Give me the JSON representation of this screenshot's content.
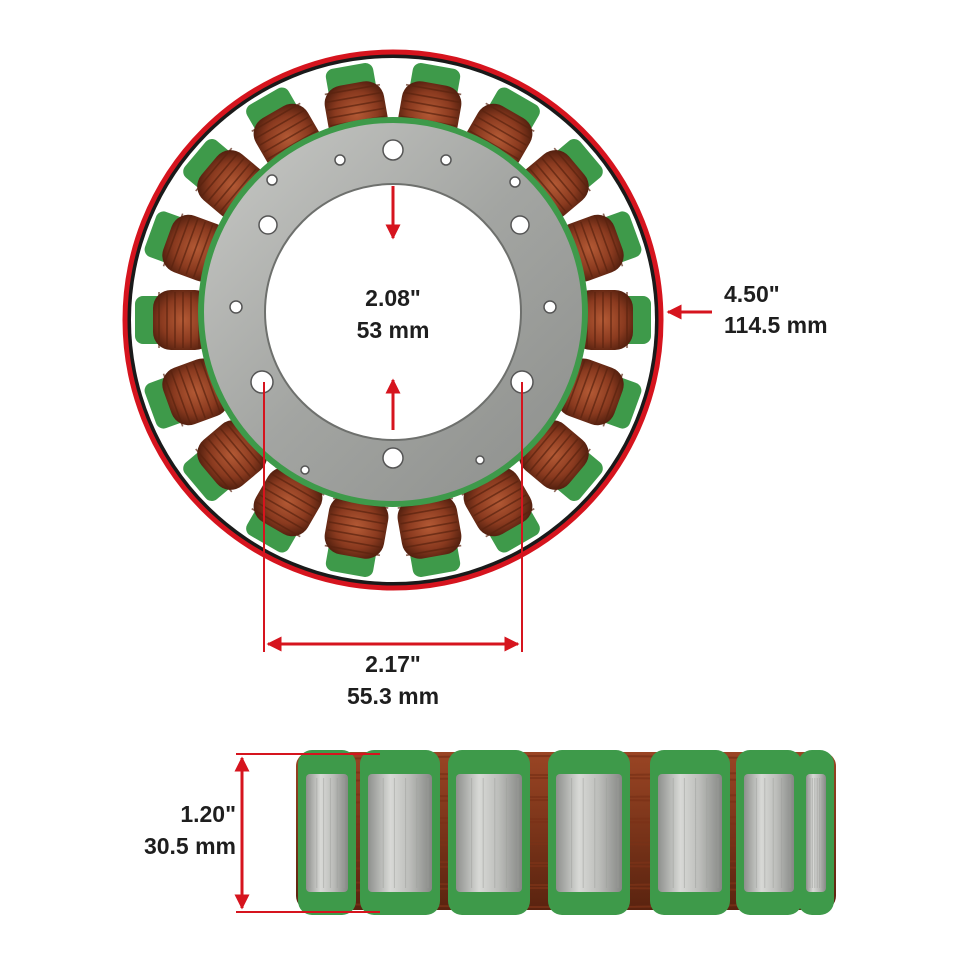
{
  "product": {
    "inner_diameter": {
      "inches": "2.08\"",
      "mm": "53 mm"
    },
    "outer_diameter": {
      "inches": "4.50\"",
      "mm": "114.5 mm"
    },
    "bolt_hole_spacing": {
      "inches": "2.17\"",
      "mm": "55.3 mm"
    },
    "stack_height": {
      "inches": "1.20\"",
      "mm": "30.5 mm"
    }
  },
  "colors": {
    "dimension_line": "#d6141e",
    "copper_winding": "#8a3a1f",
    "green_insulation": "#3e9a4a",
    "steel_core": "#a9aba8"
  }
}
